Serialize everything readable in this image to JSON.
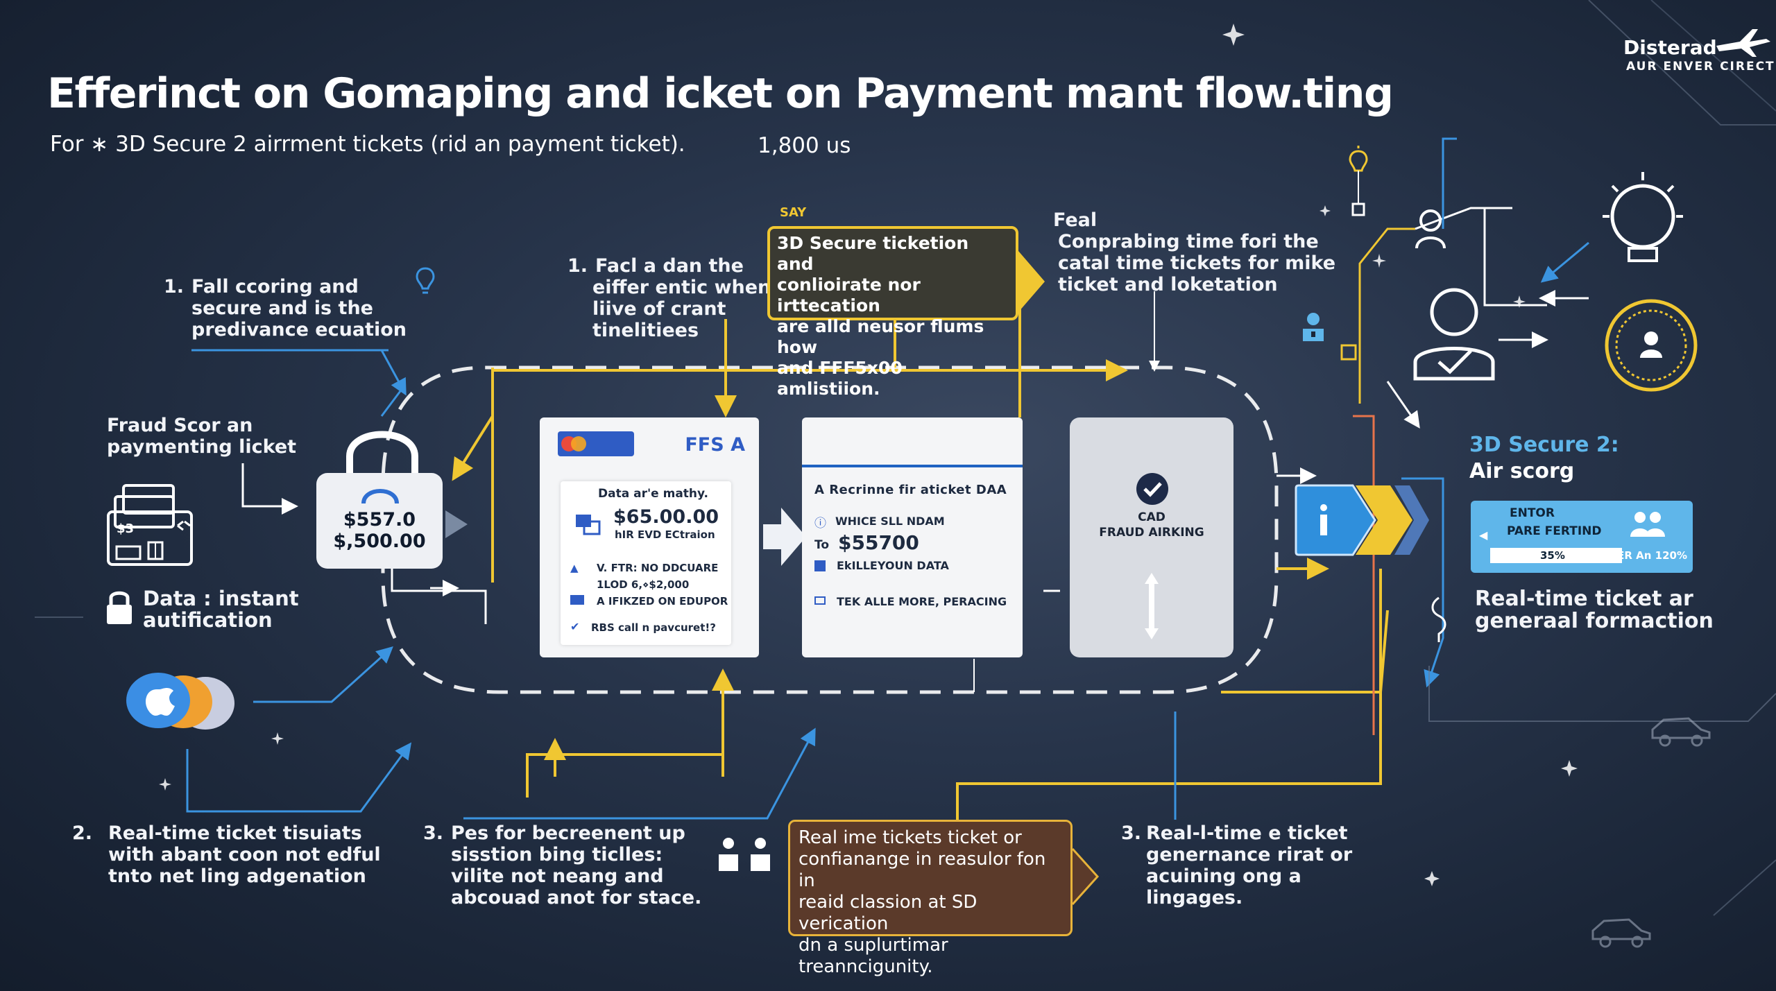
{
  "header": {
    "title": "Efferinct on Gomaping and icket on Payment mant flow.ting",
    "subtitle": "For ∗ 3D Secure 2 airrment tickets (rid an payment ticket).",
    "sub_value": "1,800 us"
  },
  "brand": {
    "name": "Disterad",
    "tagline": "AUR ENVER CIRECT"
  },
  "notes": {
    "left_top": {
      "num": "1.",
      "lines": [
        "Fall ccoring and",
        "secure and is the",
        "predivance ecuation"
      ]
    },
    "fraud_score": [
      "Fraud Scor an",
      "paymenting licket"
    ],
    "data_instant": [
      "Data :  instant",
      "autification"
    ],
    "mid_top": {
      "num": "1.",
      "lines": [
        "Facl a dan the",
        "eiffer entic when",
        "liive of crant",
        "tinelitiees"
      ]
    },
    "say_label": "SAY",
    "feal": [
      "Feal",
      "Conprabing time fori the",
      "catal time tickets for mike",
      "ticket and loketation"
    ],
    "bottom_left": {
      "num": "2.",
      "lines": [
        "Real-time ticket tisuiats",
        "with abant coon not edful",
        "tnto net ling adgenation"
      ]
    },
    "bottom_mid": {
      "num": "3.",
      "lines": [
        "Pes for becreenent up",
        "sisstion bing ticlles:",
        "vilite not neang and",
        "abcouad anot for stace."
      ]
    },
    "bottom_right": {
      "num": "3.",
      "lines": [
        "Real-l-time e ticket",
        "genernance rirat or",
        "acuining ong a",
        "lingages."
      ]
    }
  },
  "callout_yellow": [
    "3D Secure ticketion and",
    "conlioirate nor irttecation",
    "are alld neusor flums how",
    "and FFF5x00 amlistiion."
  ],
  "callout_brown": [
    "Real ime tickets ticket or",
    "confianange in reasulor fon in",
    "reaid classion at SD verication",
    "dn a suplurtimar treanncigunity."
  ],
  "price_box": {
    "line1": "$557.0",
    "line2": "$,500.00"
  },
  "card_icon_label": "$3",
  "ticket1": {
    "header": "FFS A",
    "caption": "Data ar'e mathy.",
    "amount": "$65.00.00",
    "amount_sub": "hIR EVD ECtraion",
    "line1": "V. FTR: NO DDCUARE",
    "line2": "1LOD 6,⋄$2,000",
    "line3": "A IFIKZED ON EDUPOR",
    "line4": "RBS call n pavcuret!?"
  },
  "ticket2": {
    "header": "A Recrinne fir aticket DAA",
    "line1": "WHICE SLL NDAM",
    "to_label": "To",
    "amount": "$55700",
    "line3": "EkILLEYOUN DATA",
    "line4": "TEK ALLE MORE, PERACING"
  },
  "ticket3": {
    "line1": "CAD",
    "line2": "FRAUD AIRKING"
  },
  "right": {
    "heading1": "3D Secure 2:",
    "heading2": "Air scorg",
    "panel_l1": "ENTOR",
    "panel_l2": "PARE FERTIND",
    "panel_bar": "35%",
    "panel_v2": "APER An 120%",
    "real_time": [
      "Real-time ticket ar",
      "generaal formaction"
    ]
  },
  "colors": {
    "yellow": "#f0c732",
    "blue": "#2f8fdc",
    "light_blue": "#5fb6ea",
    "white": "#ffffff",
    "orange": "#e7b33a"
  }
}
